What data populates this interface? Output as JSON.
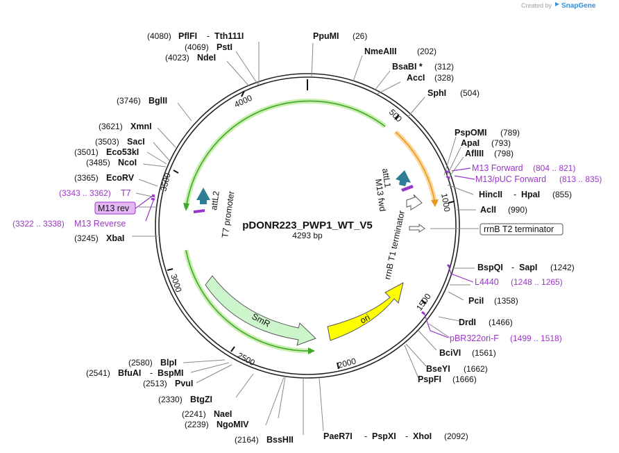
{
  "credit": {
    "prefix": "Created by",
    "brand": "SnapGene"
  },
  "plasmid": {
    "name": "pDONR223_PWP1_WT_V5",
    "length_label": "4293 bp"
  },
  "ticks": [
    "4000",
    "500",
    "1000",
    "1500",
    "2000",
    "2500",
    "3000",
    "3500"
  ],
  "enzymes": [
    {
      "name": "PflFI",
      "pos": "(4080)",
      "extra": "Tth111I"
    },
    {
      "name": "PstI",
      "pos": "(4069)"
    },
    {
      "name": "NdeI",
      "pos": "(4023)"
    },
    {
      "name": "BglII",
      "pos": "(3746)"
    },
    {
      "name": "XmnI",
      "pos": "(3621)"
    },
    {
      "name": "SacI",
      "pos": "(3503)"
    },
    {
      "name": "Eco53kI",
      "pos": "(3501)"
    },
    {
      "name": "NcoI",
      "pos": "(3485)"
    },
    {
      "name": "EcoRV",
      "pos": "(3365)"
    },
    {
      "name": "XbaI",
      "pos": "(3245)"
    },
    {
      "name": "PpuMI",
      "pos": "(26)"
    },
    {
      "name": "NmeAIII",
      "pos": "(202)"
    },
    {
      "name": "BsaBI *",
      "pos": "(312)"
    },
    {
      "name": "AccI",
      "pos": "(328)"
    },
    {
      "name": "SphI",
      "pos": "(504)"
    },
    {
      "name": "PspOMI",
      "pos": "(789)"
    },
    {
      "name": "ApaI",
      "pos": "(793)"
    },
    {
      "name": "AflIII",
      "pos": "(798)"
    },
    {
      "name": "HincII",
      "pos": "(855)",
      "extra": "HpaI"
    },
    {
      "name": "AclI",
      "pos": "(990)"
    },
    {
      "name": "BspQI",
      "pos": "(1242)",
      "extra": "SapI"
    },
    {
      "name": "PciI",
      "pos": "(1358)"
    },
    {
      "name": "DrdI",
      "pos": "(1466)"
    },
    {
      "name": "BciVI",
      "pos": "(1561)"
    },
    {
      "name": "BseYI",
      "pos": "(1662)"
    },
    {
      "name": "PspFI",
      "pos": "(1666)"
    },
    {
      "name": "BlpI",
      "pos": "(2580)"
    },
    {
      "name": "BfuAI",
      "pos": "(2541)",
      "extra": "BspMI"
    },
    {
      "name": "PvuI",
      "pos": "(2513)"
    },
    {
      "name": "BtgZI",
      "pos": "(2330)"
    },
    {
      "name": "NaeI",
      "pos": "(2241)"
    },
    {
      "name": "NgoMIV",
      "pos": "(2239)"
    },
    {
      "name": "BssHII",
      "pos": "(2164)"
    },
    {
      "name": "PaeR7I",
      "pos": "(2092)",
      "extra": "PspXI",
      "extra2": "XhoI"
    }
  ],
  "primers": [
    {
      "name": "T7",
      "pos": "(3343 .. 3362)"
    },
    {
      "name": "M13 rev"
    },
    {
      "name": "M13 Reverse",
      "pos": "(3322 .. 3338)"
    },
    {
      "name": "M13 Forward",
      "pos": "(804 .. 821)"
    },
    {
      "name": "M13/pUC Forward",
      "pos": "(813 .. 835)"
    },
    {
      "name": "L4440",
      "pos": "(1248 .. 1265)"
    },
    {
      "name": "pBR322ori-F",
      "pos": "(1499 .. 1518)"
    }
  ],
  "features": {
    "rrnb_t2": "rrnB T2 terminator",
    "rrnb_t1": "rrnB T1 terminator",
    "attl2": "attL2",
    "t7_promoter": "T7 promoter",
    "attl1": "attL1",
    "m13_fwd": "M13 fwd",
    "smr": "SmR",
    "ori": "ori"
  },
  "colors": {
    "primer": "#9a35c9",
    "smr": "#ccf5cc",
    "ori": "#ffff00",
    "att": "#2f7d95",
    "orange_arc": "#f0a020",
    "green_arc": "#3fa82a"
  }
}
